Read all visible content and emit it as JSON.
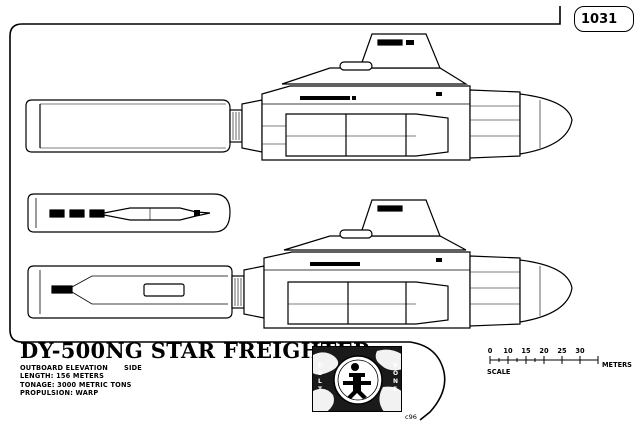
{
  "page_number": "1031",
  "title": "DY-500NG  STAR FREIGHTER",
  "specs": {
    "view_label": "OUTBOARD ELEVATION",
    "view_side": "SIDE",
    "length": "LENGTH: 156 METERS",
    "tonnage": "TONAGE: 3000 METRIC TONS",
    "propulsion": "PROPULSION: WARP"
  },
  "scale": {
    "ticks": [
      "0",
      "10",
      "15",
      "20",
      "25",
      "30"
    ],
    "label": "SCALE",
    "unit": "METERS"
  },
  "signature": "c96",
  "emblem": {
    "label": "ship-emblem"
  }
}
